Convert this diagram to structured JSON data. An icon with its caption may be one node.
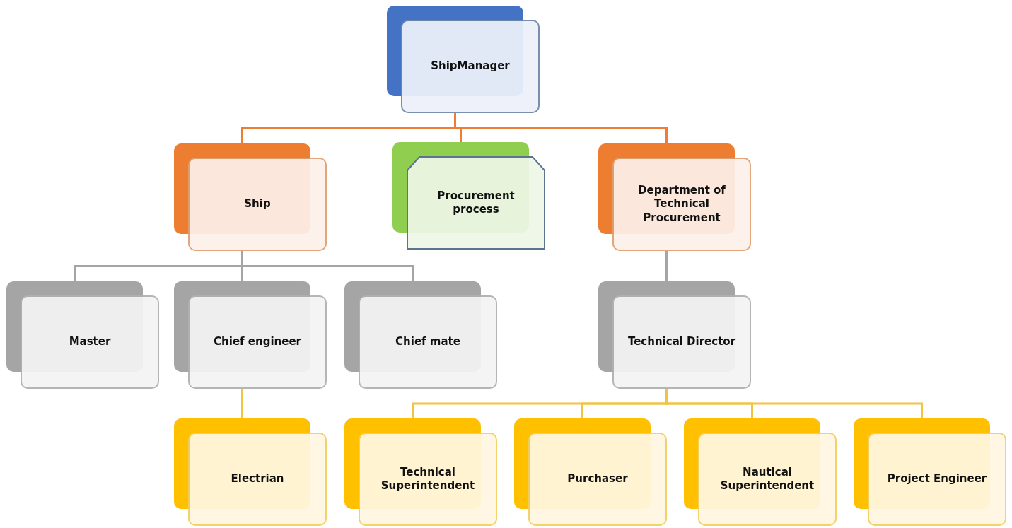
{
  "diagram": {
    "nodes": [
      {
        "text": [
          "ShipManager"
        ]
      },
      {
        "text": [
          "Ship"
        ]
      },
      {
        "text": [
          "Procurement process"
        ]
      },
      {
        "text": [
          "Department of Technical Procurement"
        ]
      },
      {
        "text": [
          "Master"
        ]
      },
      {
        "text": [
          "Chief engineer"
        ]
      },
      {
        "text": [
          "Chief mate"
        ]
      },
      {
        "text": [
          "Technical Director"
        ]
      },
      {
        "text": [
          "Electrian"
        ]
      },
      {
        "text": [
          "Technical Superintendent"
        ]
      },
      {
        "text": [
          "Purchaser"
        ]
      },
      {
        "text": [
          "Nautical Superintendent"
        ]
      },
      {
        "text": [
          "Project Engineer"
        ]
      }
    ],
    "edges": [
      {
        "from": 0,
        "to": 1,
        "arrow": "none",
        "color": "#ed7d31"
      },
      {
        "from": 0,
        "to": 2,
        "arrow": "none",
        "color": "#ed7d31"
      },
      {
        "from": 0,
        "to": 3,
        "arrow": "none",
        "color": "#ed7d31"
      },
      {
        "from": 1,
        "to": 4,
        "arrow": "none",
        "color": "#a5a5a5"
      },
      {
        "from": 1,
        "to": 5,
        "arrow": "none",
        "color": "#a5a5a5"
      },
      {
        "from": 1,
        "to": 6,
        "arrow": "none",
        "color": "#a5a5a5"
      },
      {
        "from": 3,
        "to": 7,
        "arrow": "none",
        "color": "#a5a5a5"
      },
      {
        "from": 5,
        "to": 8,
        "arrow": "none"
      },
      {
        "from": 7,
        "to": 9,
        "arrow": "none"
      },
      {
        "from": 7,
        "to": 10,
        "arrow": "none"
      },
      {
        "from": 7,
        "to": 11,
        "arrow": "none"
      },
      {
        "from": 7,
        "to": 12,
        "arrow": "none"
      }
    ]
  }
}
